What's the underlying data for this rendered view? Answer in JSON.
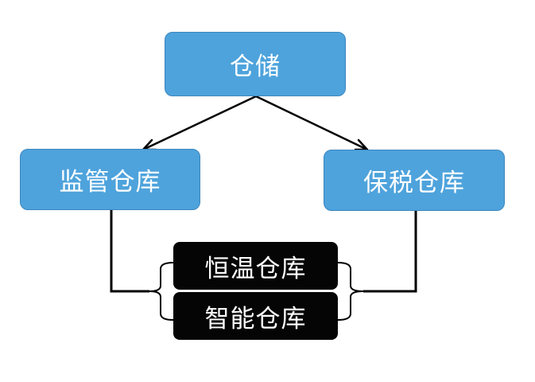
{
  "nodes": {
    "root": "仓储",
    "left": "监管仓库",
    "right": "保税仓库",
    "sub_top": "恒温仓库",
    "sub_bottom": "智能仓库"
  },
  "colors": {
    "blue_fill": "#4ea3dc",
    "blue_border": "#3d86bd",
    "black_fill": "#050505",
    "line": "#000000",
    "text": "#ffffff"
  }
}
